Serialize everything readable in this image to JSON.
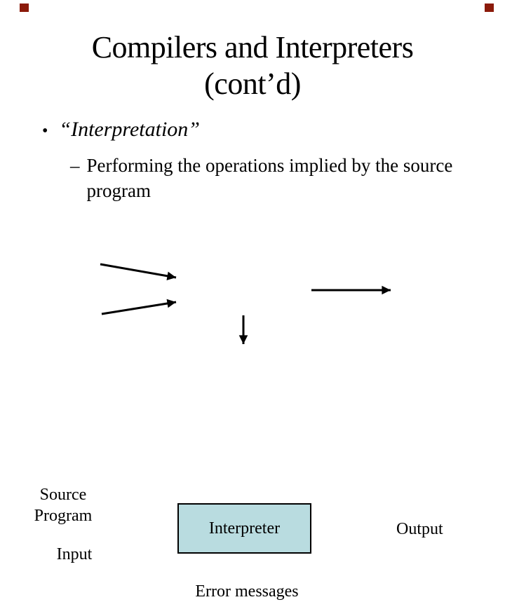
{
  "slide": {
    "title_lines": [
      "Compilers and Interpreters",
      "(cont’d)"
    ],
    "bullet": {
      "marker": "•",
      "text": "“Interpretation”"
    },
    "sub_bullet": {
      "marker": "–",
      "lines": [
        "Performing the operations implied by the source",
        "program"
      ]
    }
  },
  "diagram": {
    "labels": {
      "source_program": "Source Program",
      "input": "Input",
      "interpreter": "Interpreter",
      "output": "Output",
      "error_messages": "Error messages"
    },
    "colors": {
      "box_fill": "#B9DCE0",
      "box_border": "#000000",
      "arrow": "#000000",
      "corner_marker": "#8B1A0A"
    }
  }
}
